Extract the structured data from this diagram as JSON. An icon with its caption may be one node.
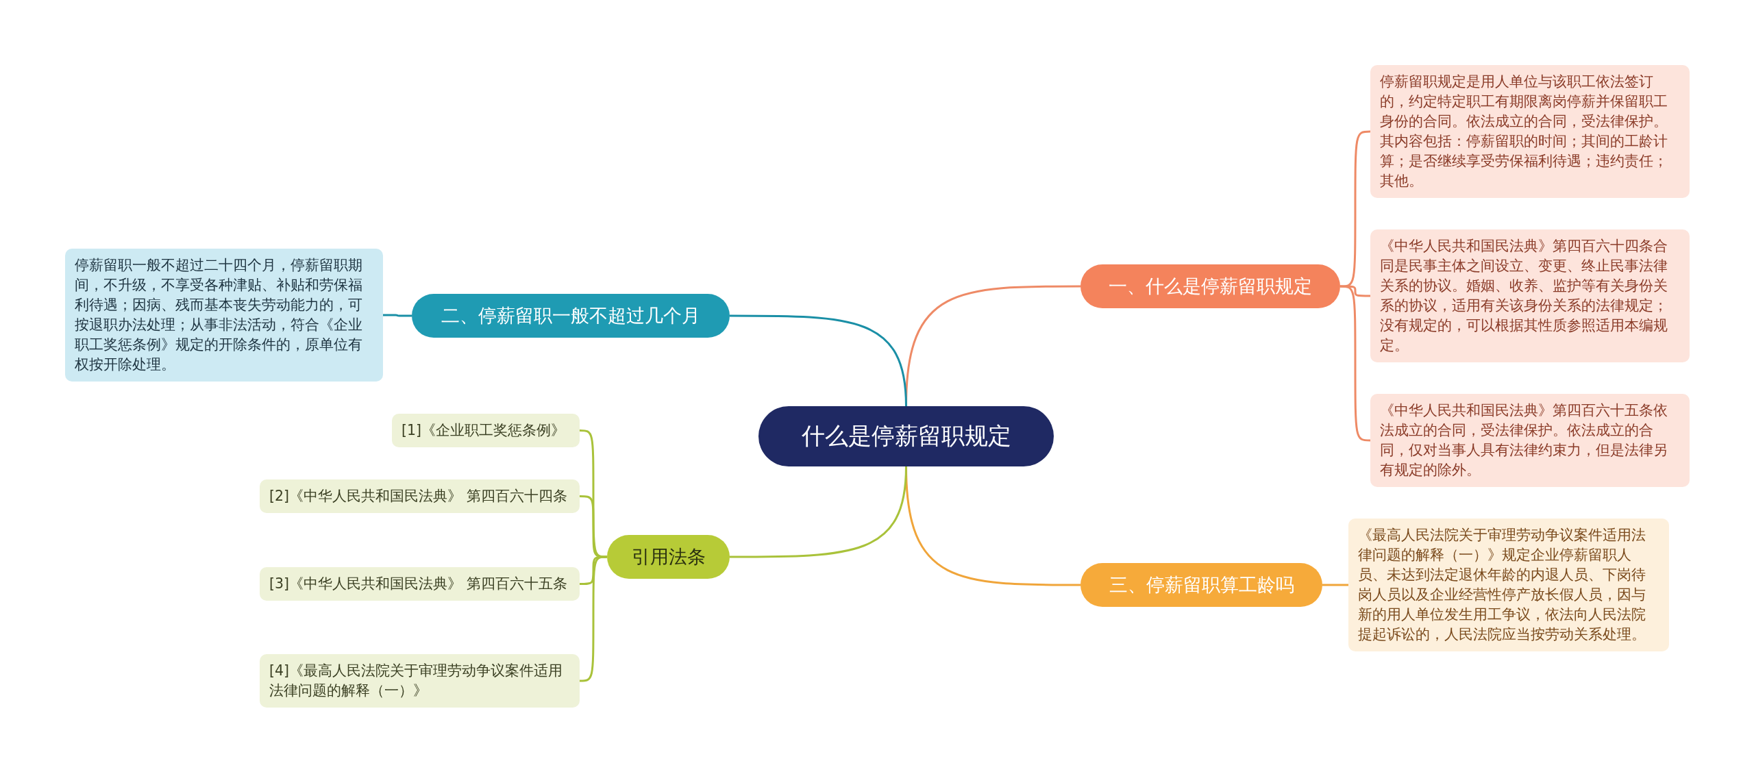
{
  "diagram": {
    "nodes": [
      {
        "text": [
          "什么是停薪留职规定"
        ]
      },
      {
        "text": [
          "一、什么是停薪留职规定"
        ]
      },
      {
        "text": [
          "停薪留职规定是用人单位与该职工依法签订的，约定特定职工有期限离岗停薪并保留职工身份的合同。依法成立的合同，受法律保护。其内容包括：停薪留职的时间；其间的工龄计算；是否继续享受劳保福利待遇；违约责任；其他。"
        ]
      },
      {
        "text": [
          "《中华人民共和国民法典》第四百六十四条合同是民事主体之间设立、变更、终止民事法律关系的协议。婚姻、收养、监护等有关身份关系的协议，适用有关该身份关系的法律规定；没有规定的，可以根据其性质参照适用本编规定。"
        ]
      },
      {
        "text": [
          "《中华人民共和国民法典》第四百六十五条依法成立的合同，受法律保护。依法成立的合同，仅对当事人具有法律约束力，但是法律另有规定的除外。"
        ]
      },
      {
        "text": [
          "二、停薪留职一般不超过几个月"
        ]
      },
      {
        "text": [
          "停薪留职一般不超过二十四个月，停薪留职期间，不升级，不享受各种津贴、补贴和劳保福利待遇；因病、残而基本丧失劳动能力的，可按退职办法处理；从事非法活动，符合《企业职工奖惩条例》规定的开除条件的，原单位有权按开除处理。"
        ]
      },
      {
        "text": [
          "三、停薪留职算工龄吗"
        ]
      },
      {
        "text": [
          "《最高人民法院关于审理劳动争议案件适用法律问题的解释（一）》规定企业停薪留职人员、未达到法定退休年龄的内退人员、下岗待岗人员以及企业经营性停产放长假人员，因与新的用人单位发生用工争议，依法向人民法院提起诉讼的，人民法院应当按劳动关系处理。"
        ]
      },
      {
        "text": [
          "引用法条"
        ]
      },
      {
        "text": [
          "[1]《企业职工奖惩条例》"
        ]
      },
      {
        "text": [
          "[2]《中华人民共和国民法典》 第四百六十四条"
        ]
      },
      {
        "text": [
          "[3]《中华人民共和国民法典》 第四百六十五条"
        ]
      },
      {
        "text": [
          "[4]《最高人民法院关于审理劳动争议案件适用法律问题的解释（一）》"
        ]
      }
    ],
    "edges": [
      {
        "from": 0,
        "to": 1,
        "arrow": "none"
      },
      {
        "from": 1,
        "to": 2,
        "arrow": "none"
      },
      {
        "from": 1,
        "to": 3,
        "arrow": "none"
      },
      {
        "from": 1,
        "to": 4,
        "arrow": "none"
      },
      {
        "from": 0,
        "to": 5,
        "arrow": "none",
        "color": "#1a8fa6"
      },
      {
        "from": 5,
        "to": 6,
        "arrow": "none",
        "color": "#1a8fa6"
      },
      {
        "from": 0,
        "to": 7,
        "arrow": "none",
        "color": "#f0a53a"
      },
      {
        "from": 7,
        "to": 8,
        "arrow": "none",
        "color": "#f0a53a"
      },
      {
        "from": 0,
        "to": 9,
        "arrow": "none",
        "color": "#a9c23a"
      },
      {
        "from": 9,
        "to": 10,
        "arrow": "none",
        "color": "#a9c23a"
      },
      {
        "from": 9,
        "to": 11,
        "arrow": "none",
        "color": "#a9c23a"
      },
      {
        "from": 9,
        "to": 12,
        "arrow": "none",
        "color": "#a9c23a"
      },
      {
        "from": 9,
        "to": 13,
        "arrow": "none",
        "color": "#a9c23a"
      }
    ]
  }
}
